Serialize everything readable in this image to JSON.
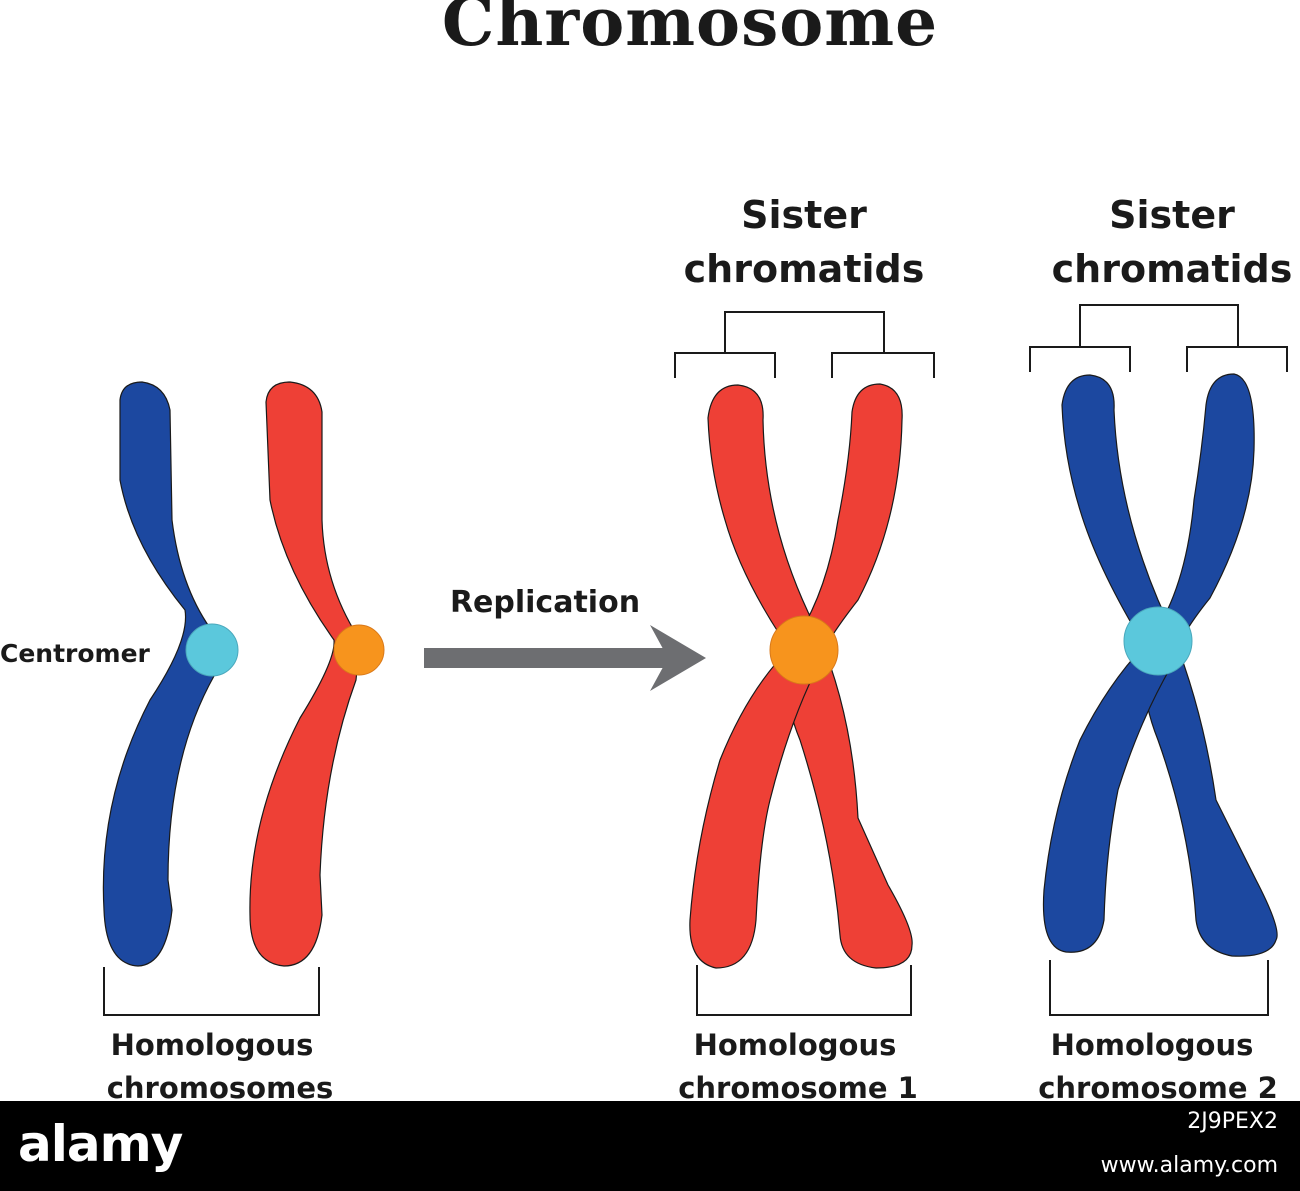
{
  "title": "Chromosome",
  "labels": {
    "centromer": "Centromer",
    "replication": "Replication",
    "sister_1_line1": "Sister",
    "sister_1_line2": "chromatids",
    "sister_2_line1": "Sister",
    "sister_2_line2": "chromatids",
    "homologous_pair_line1": "Homologous",
    "homologous_pair_line2": "chromosomes",
    "homologous_1_line1": "Homologous",
    "homologous_1_line2": "chromosome 1",
    "homologous_2_line1": "Homologous",
    "homologous_2_line2": "chromosome 2"
  },
  "colors": {
    "blue": "#1c48a0",
    "red": "#ee4036",
    "orange": "#f7941d",
    "cyan": "#5bc8dc",
    "arrow": "#6d6e71",
    "outline": "#1a1a1a",
    "text": "#1a1a1a"
  },
  "watermark": {
    "logo": "alamy",
    "image_id": "2J9PEX2",
    "url": "www.alamy.com"
  }
}
